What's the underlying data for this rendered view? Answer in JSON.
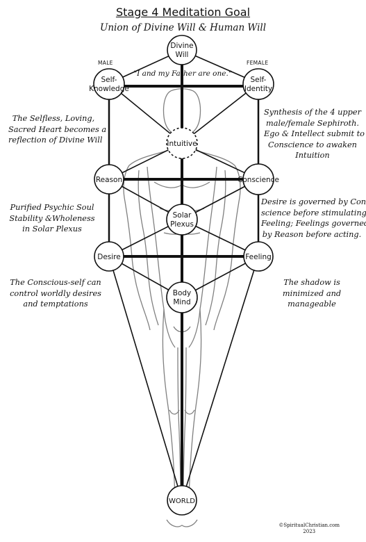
{
  "title": "Stage 4 Meditation Goal",
  "subtitle": "Union of Divine Will & Human Will",
  "labels": {
    "male": "MALE",
    "female": "FEMALE",
    "quote": "\"I and my Father are one.\""
  },
  "nodes": {
    "divine_will": [
      "Divine",
      "Will"
    ],
    "self_knowledge": [
      "Self-",
      "Knowledge"
    ],
    "self_identity": [
      "Self-",
      "Identity"
    ],
    "intuitive": [
      "Intuitive"
    ],
    "reason": [
      "Reason"
    ],
    "conscience": [
      "Conscience"
    ],
    "solar_plexus": [
      "Solar",
      "Plexus"
    ],
    "desire": [
      "Desire"
    ],
    "feeling": [
      "Feeling"
    ],
    "body_mind": [
      "Body",
      "Mind"
    ],
    "world": [
      "WORLD"
    ]
  },
  "notes": {
    "left_1": [
      "The Selfless, Loving,",
      "Sacred Heart becomes a",
      "reflection of Divine Will"
    ],
    "right_1": [
      "Synthesis of the 4 upper",
      "male/female Sephiroth.",
      "Ego & Intellect submit to",
      "Conscience to awaken",
      "Intuition"
    ],
    "left_2": [
      "Purified Psychic Soul",
      "Stability &Wholeness",
      "in Solar Plexus"
    ],
    "right_2": [
      "Desire is governed by Con-",
      "science before stimulating",
      "Feeling; Feelings governed",
      "by Reason before acting."
    ],
    "left_3": [
      "The Conscious-self can",
      "control worldly desires",
      "and temptations"
    ],
    "right_3": [
      "The shadow is",
      "minimized and",
      "manageable"
    ]
  },
  "credit": [
    "©SpiritualChristian.com",
    "2023"
  ]
}
